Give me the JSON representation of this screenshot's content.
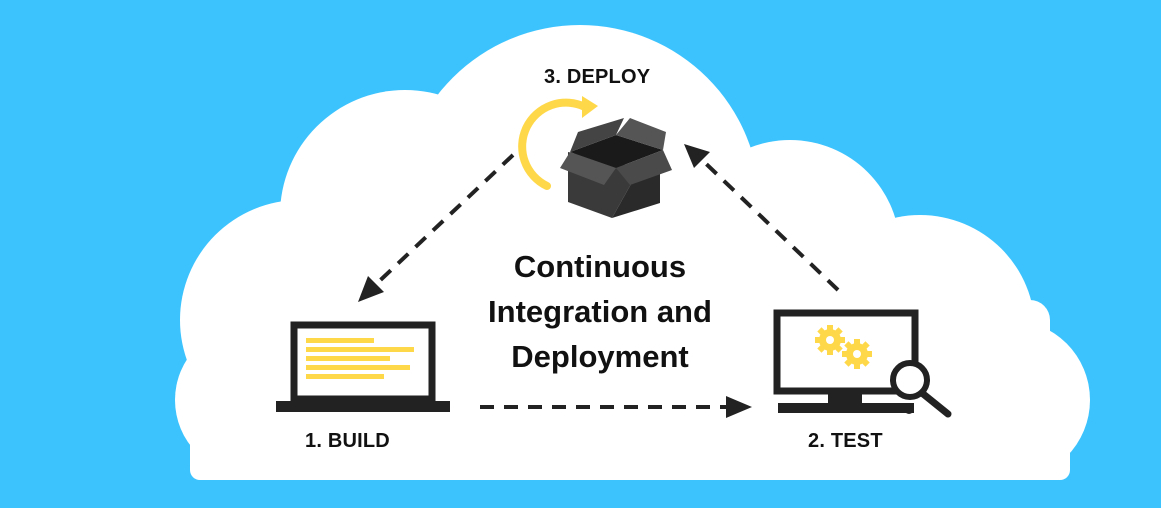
{
  "diagram": {
    "title_lines": [
      "Continuous",
      "Integration and",
      "Deployment"
    ],
    "steps": {
      "build": "1. BUILD",
      "test": "2. TEST",
      "deploy": "3. DEPLOY"
    }
  },
  "colors": {
    "background": "#3cc3fe",
    "cloud": "#ffffff",
    "accent": "#ffd84a",
    "dark": "#222222"
  },
  "icons": [
    "laptop-icon",
    "monitor-gears-icon",
    "magnifier-icon",
    "box-icon",
    "refresh-arrow-icon"
  ]
}
